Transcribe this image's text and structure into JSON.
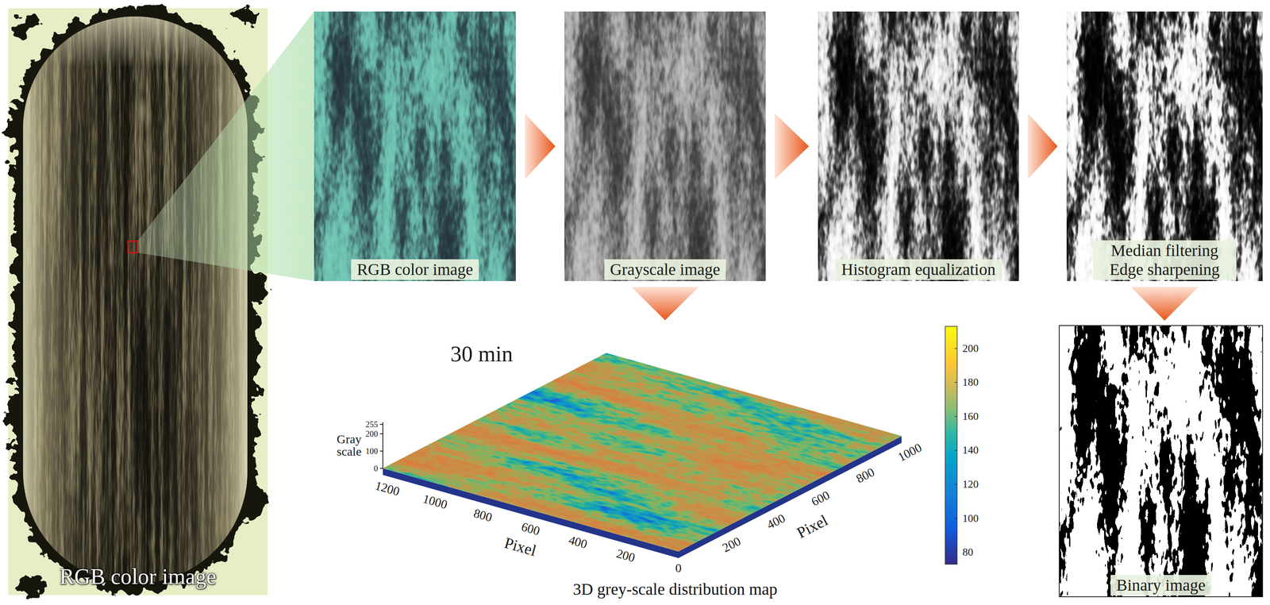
{
  "diagram": {
    "nodes": [
      {
        "text": [
          "RGB color image"
        ]
      },
      {
        "text": [
          "RGB color image"
        ]
      },
      {
        "text": [
          "Grayscale image"
        ]
      },
      {
        "text": [
          "Histogram equalization"
        ]
      },
      {
        "text": [
          "Median filtering Edge sharpening"
        ]
      },
      {
        "text": [
          "3D grey-scale distribution map"
        ]
      },
      {
        "text": [
          "Binary image"
        ]
      }
    ],
    "edges": [
      {
        "from": 1,
        "to": 2,
        "arrow": "to"
      },
      {
        "from": 2,
        "to": 3,
        "arrow": "to"
      },
      {
        "from": 3,
        "to": 4,
        "arrow": "to"
      },
      {
        "from": 2,
        "to": 5,
        "arrow": "to"
      },
      {
        "from": 4,
        "to": 6,
        "arrow": "to"
      }
    ],
    "labels": [
      "30 min",
      "Gray scale",
      "255",
      "200",
      "100",
      "0",
      "1200",
      "1000",
      "800",
      "600",
      "400",
      "200",
      "Pixel",
      "0",
      "200",
      "400",
      "600",
      "800",
      "1000",
      "Pixel",
      "200",
      "180",
      "160",
      "140",
      "120",
      "100",
      "80"
    ]
  }
}
